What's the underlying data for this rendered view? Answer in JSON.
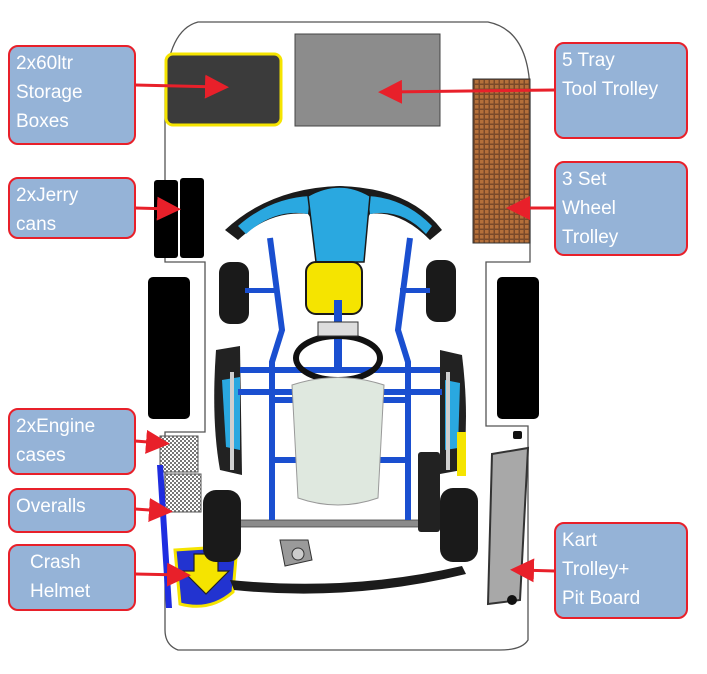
{
  "labels": {
    "storage_boxes": "2x60ltr\nStorage\nBoxes",
    "jerry_cans": "2xJerry\ncans",
    "engine_cases": "2xEngine\ncases",
    "overalls": "Overalls",
    "crash_helmet": "Crash\nHelmet",
    "tool_trolley": "5 Tray\nTool Trolley",
    "wheel_trolley": "3 Set\nWheel\nTrolley",
    "kart_trolley": "Kart\nTrolley+\nPit Board"
  },
  "colors": {
    "label_fill": "#95b3d7",
    "label_border": "#e8202a",
    "arrow": "#e8202a",
    "kart_blue": "#1a5fb4",
    "kart_cyan": "#2aa8e0",
    "helmet_yellow": "#f5e400"
  }
}
